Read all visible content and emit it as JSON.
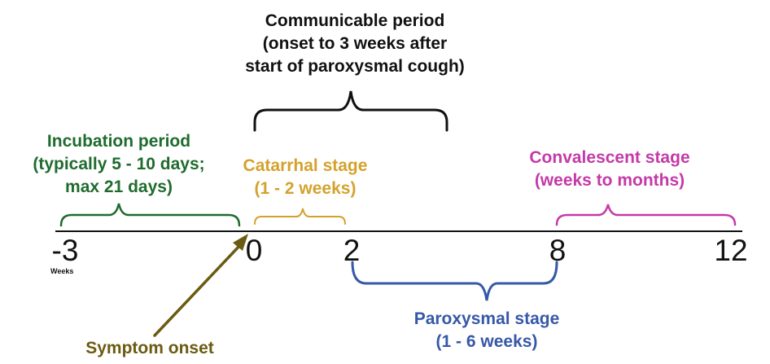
{
  "communicable": {
    "line1": "Communicable period",
    "line2": "(onset to 3 weeks after",
    "line3": "start of paroxysmal cough)",
    "color": "#111111"
  },
  "incubation": {
    "line1": "Incubation period",
    "line2": "(typically 5 - 10 days;",
    "line3": "max 21 days)",
    "color": "#1f6b2e"
  },
  "catarrhal": {
    "line1": "Catarrhal stage",
    "line2": "(1 - 2 weeks)",
    "color": "#d4a22c"
  },
  "convalescent": {
    "line1": "Convalescent stage",
    "line2": "(weeks to months)",
    "color": "#c43aa8"
  },
  "paroxysmal": {
    "line1": "Paroxysmal stage",
    "line2": "(1 - 6 weeks)",
    "color": "#3658a8"
  },
  "symptom_onset": {
    "label": "Symptom onset",
    "color": "#6b5a12"
  },
  "axis": {
    "ticks": [
      "-3",
      "0",
      "2",
      "8",
      "12"
    ],
    "units": "Weeks"
  }
}
